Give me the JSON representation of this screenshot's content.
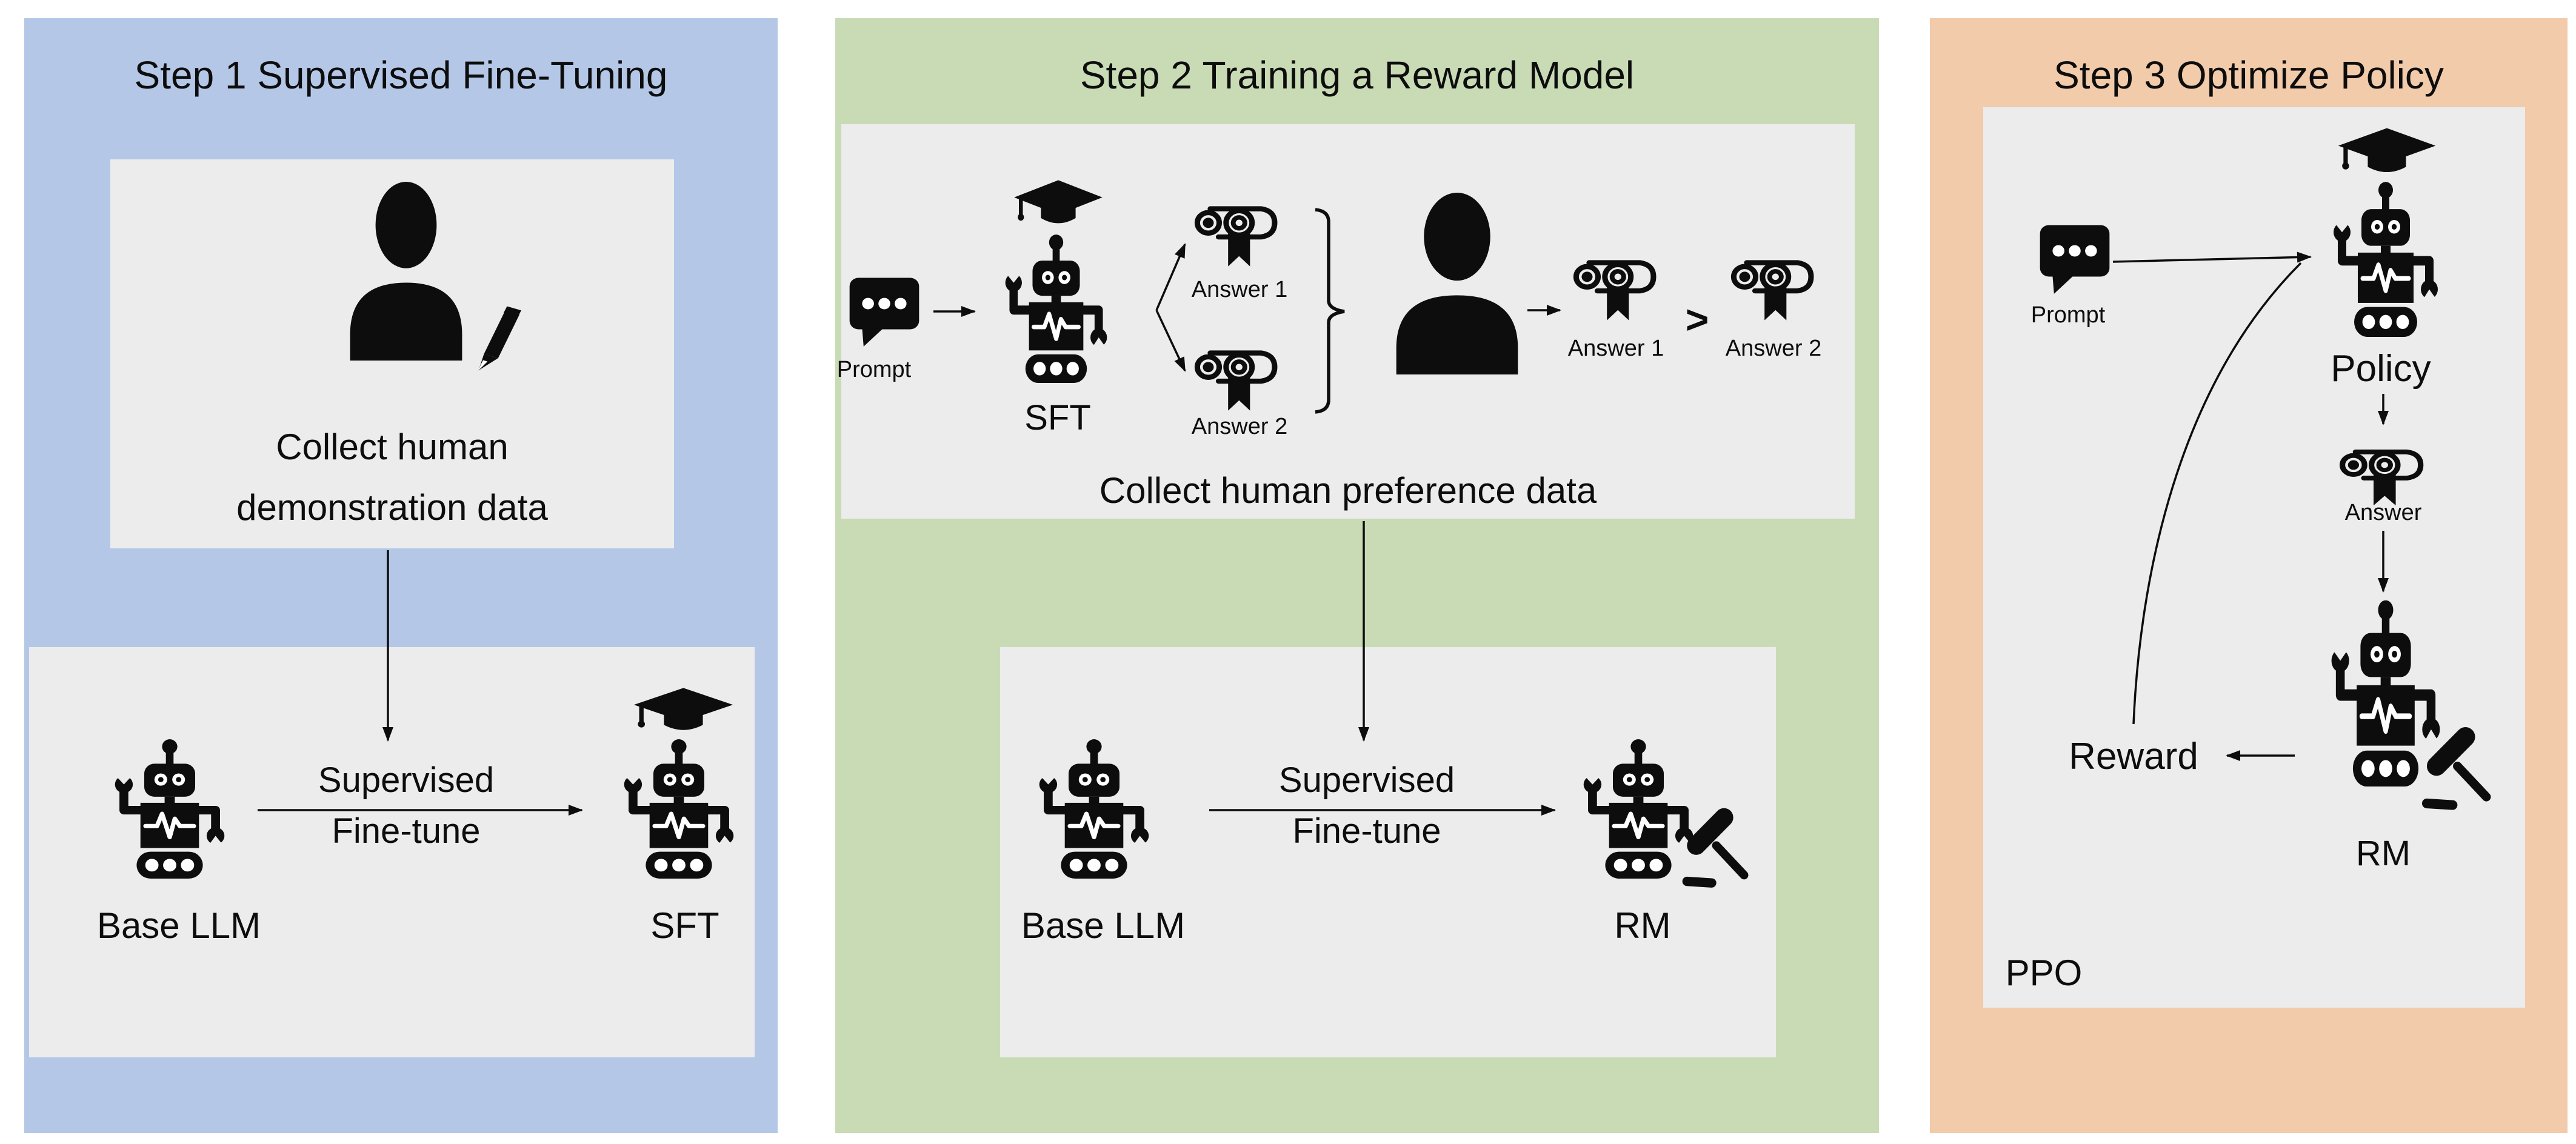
{
  "colors": {
    "ink": "#0d0d0d",
    "panel1": "#b4c7e7",
    "panel2": "#c9dbb5",
    "panel3": "#f2cbab",
    "box": "#ececec"
  },
  "step1": {
    "title": "Step 1 Supervised Fine-Tuning",
    "caption": "Collect human demonstration data",
    "arrow_label_1": "Supervised",
    "arrow_label_2": "Fine-tune",
    "left_model": "Base LLM",
    "right_model": "SFT"
  },
  "step2": {
    "title": "Step 2 Training a Reward Model",
    "prompt": "Prompt",
    "model": "SFT",
    "answer1": "Answer 1",
    "answer2": "Answer 2",
    "compare_left": "Answer 1",
    "compare_op": ">",
    "compare_right": "Answer 2",
    "caption": "Collect human preference data",
    "arrow_label_1": "Supervised",
    "arrow_label_2": "Fine-tune",
    "left_model": "Base LLM",
    "right_model": "RM"
  },
  "step3": {
    "title": "Step 3 Optimize Policy",
    "prompt": "Prompt",
    "policy": "Policy",
    "answer": "Answer",
    "reward": "Reward",
    "model": "RM",
    "algo": "PPO"
  },
  "icons": {
    "robot": "robot-icon",
    "graduation_cap": "graduation-cap-icon",
    "certificate": "certificate-icon",
    "person": "person-icon",
    "pencil": "pencil-icon",
    "speech_bubble": "speech-bubble-icon",
    "gavel": "gavel-icon"
  }
}
